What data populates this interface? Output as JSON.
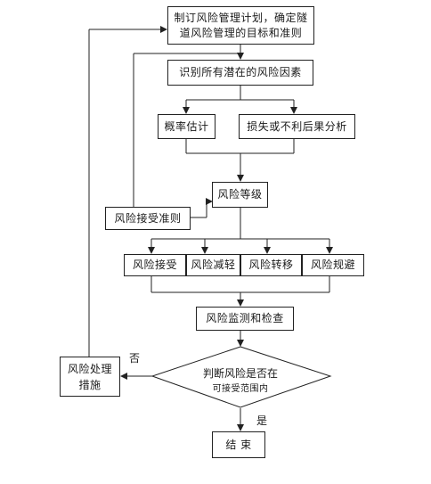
{
  "diagram": {
    "nodes": {
      "plan": "制订风险管理计划，确定隧道风险管理的目标和准则",
      "identify": "识别所有潜在的风险因素",
      "probability": "概率估计",
      "consequence": "损失或不利后果分析",
      "level": "风险等级",
      "criteria": "风险接受准则",
      "accept": "风险接受",
      "reduce": "风险减轻",
      "transfer": "风险转移",
      "avoid": "风险规避",
      "monitor": "风险监测和检查",
      "decision_line1": "判断风险是否在",
      "decision_line2": "可接受范围内",
      "treat": "风险处理措施",
      "end": "结 束"
    },
    "edge_labels": {
      "no": "否",
      "yes": "是"
    }
  }
}
